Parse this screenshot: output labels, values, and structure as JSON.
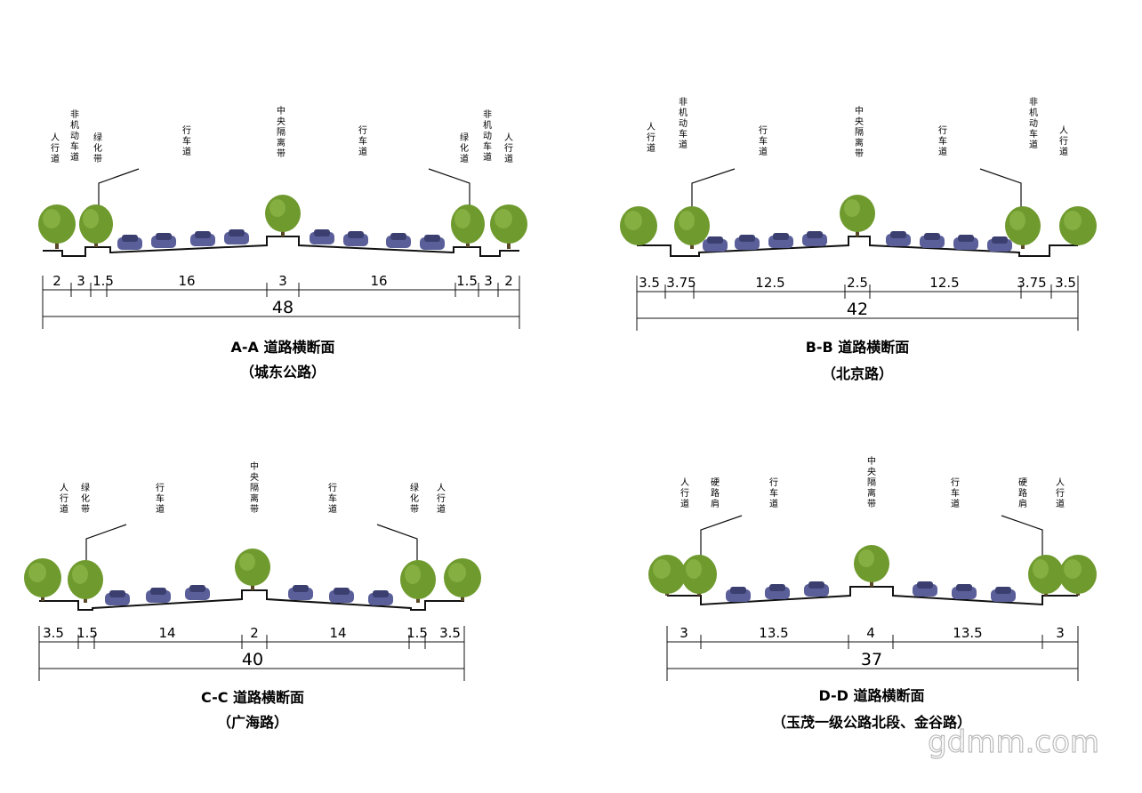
{
  "sections": [
    {
      "id": "aa",
      "title": "A-A 道路横断面",
      "subtitle": "（城东公路）",
      "total": "48",
      "dims": [
        "2",
        "3",
        "1.5",
        "16",
        "3",
        "16",
        "1.5",
        "3",
        "2"
      ],
      "labels": [
        "人\n行\n道",
        "非\n机\n动\n车\n道",
        "绿\n化\n带",
        "行\n车\n道",
        "中\n央\n隔\n离\n带",
        "行\n车\n道",
        "绿\n化\n道",
        "非\n机\n动\n车\n道",
        "人\n行\n道"
      ]
    },
    {
      "id": "bb",
      "title": "B-B 道路横断面",
      "subtitle": "（北京路）",
      "total": "42",
      "dims": [
        "3.5",
        "3.75",
        "12.5",
        "2.5",
        "12.5",
        "3.75",
        "3.5"
      ],
      "labels": [
        "人\n行\n道",
        "非\n机\n动\n车\n道",
        "行\n车\n道",
        "中\n央\n隔\n离\n带",
        "行\n车\n道",
        "非\n机\n动\n车\n道",
        "人\n行\n道"
      ]
    },
    {
      "id": "cc",
      "title": "C-C 道路横断面",
      "subtitle": "（广海路）",
      "total": "40",
      "dims": [
        "3.5",
        "1.5",
        "14",
        "2",
        "14",
        "1.5",
        "3.5"
      ],
      "labels": [
        "人\n行\n道",
        "绿\n化\n带",
        "行\n车\n道",
        "中\n央\n隔\n离\n带",
        "行\n车\n道",
        "绿\n化\n带",
        "人\n行\n道"
      ]
    },
    {
      "id": "dd",
      "title": "D-D 道路横断面",
      "subtitle": "（玉茂一级公路北段、金谷路）",
      "total": "37",
      "dims": [
        "3",
        "13.5",
        "4",
        "13.5",
        "3"
      ],
      "labels": [
        "人\n行\n道",
        "硬\n路\n肩",
        "行\n车\n道",
        "中\n央\n隔\n离\n带",
        "行\n车\n道",
        "硬\n路\n肩",
        "人\n行\n道"
      ]
    }
  ],
  "watermark": "gdmm.com",
  "colors": {
    "tree": "#6f9a2e",
    "tree_dark": "#4d7420",
    "car": "#5a5f9a",
    "line": "#111111"
  }
}
